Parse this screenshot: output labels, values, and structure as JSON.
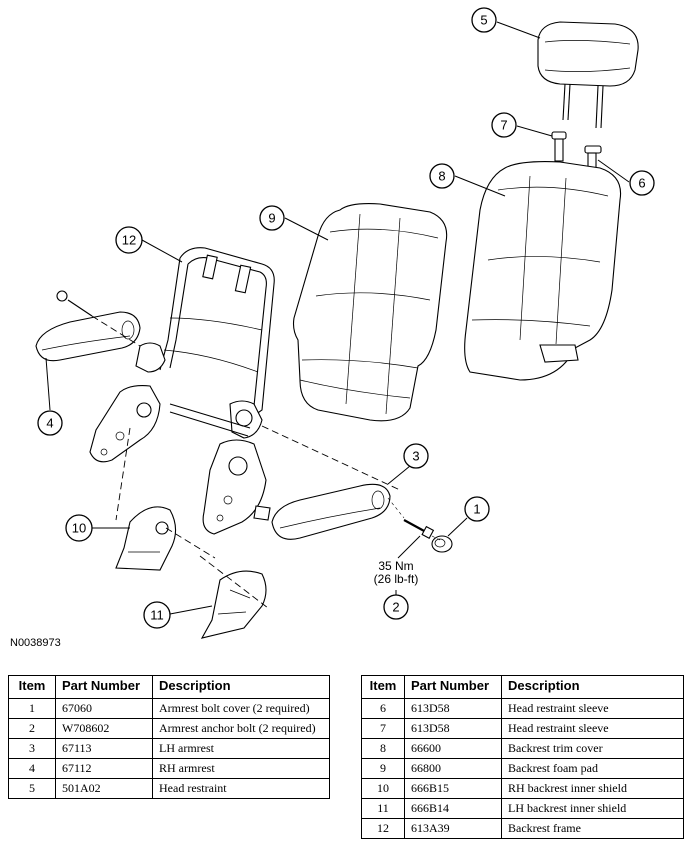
{
  "diagram": {
    "figure_code": "N0038973",
    "torque_metric": "35 Nm",
    "torque_imperial": "(26 lb-ft)",
    "callouts": [
      "1",
      "2",
      "3",
      "4",
      "5",
      "6",
      "7",
      "8",
      "9",
      "10",
      "11",
      "12"
    ]
  },
  "parts_table": {
    "headers": {
      "item": "Item",
      "part_number": "Part Number",
      "description": "Description"
    },
    "rows": [
      {
        "item": "1",
        "part_number": "67060",
        "description": "Armrest bolt cover (2 required)"
      },
      {
        "item": "2",
        "part_number": "W708602",
        "description": "Armrest anchor bolt (2 required)"
      },
      {
        "item": "3",
        "part_number": "67113",
        "description": "LH armrest"
      },
      {
        "item": "4",
        "part_number": "67112",
        "description": "RH armrest"
      },
      {
        "item": "5",
        "part_number": "501A02",
        "description": "Head restraint"
      },
      {
        "item": "6",
        "part_number": "613D58",
        "description": "Head restraint sleeve"
      },
      {
        "item": "7",
        "part_number": "613D58",
        "description": "Head restraint sleeve"
      },
      {
        "item": "8",
        "part_number": "66600",
        "description": "Backrest trim cover"
      },
      {
        "item": "9",
        "part_number": "66800",
        "description": "Backrest foam pad"
      },
      {
        "item": "10",
        "part_number": "666B15",
        "description": "RH backrest inner shield"
      },
      {
        "item": "11",
        "part_number": "666B14",
        "description": "LH backrest inner shield"
      },
      {
        "item": "12",
        "part_number": "613A39",
        "description": "Backrest frame"
      }
    ]
  }
}
